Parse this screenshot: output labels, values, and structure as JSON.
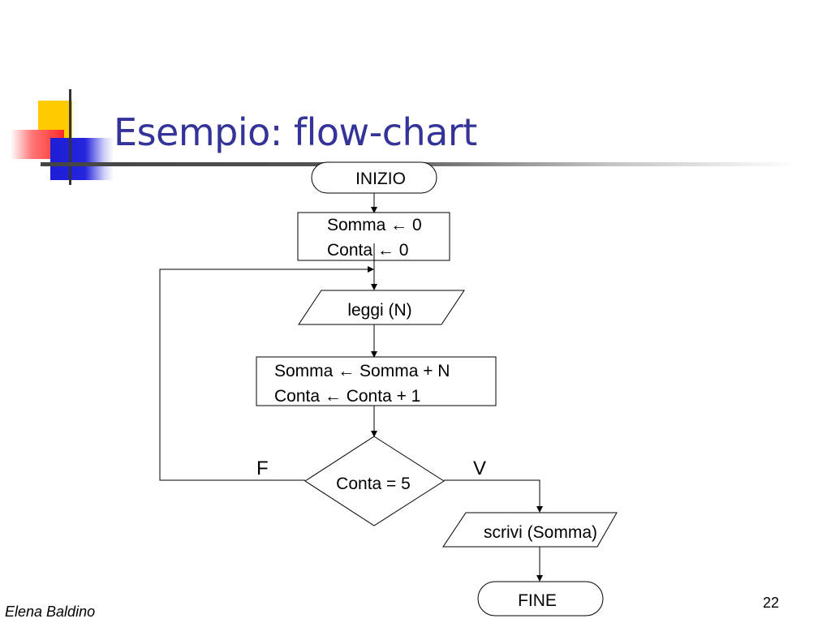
{
  "slide": {
    "title": "Esempio: flow-chart",
    "author": "Elena Baldino",
    "page_number": "22"
  },
  "flowchart": {
    "start": "INIZIO",
    "init": [
      "Somma ← 0",
      "Conta ← 0"
    ],
    "input": "leggi (N)",
    "update": [
      "Somma ← Somma + N",
      "Conta ← Conta + 1"
    ],
    "decision": "Conta = 5",
    "false_label": "F",
    "true_label": "V",
    "output": "scrivi (Somma)",
    "end": "FINE"
  },
  "colors": {
    "title": "#333399",
    "accent_yellow": "#ffcc00",
    "accent_red": "#ff3333",
    "accent_blue": "#2222dd"
  }
}
